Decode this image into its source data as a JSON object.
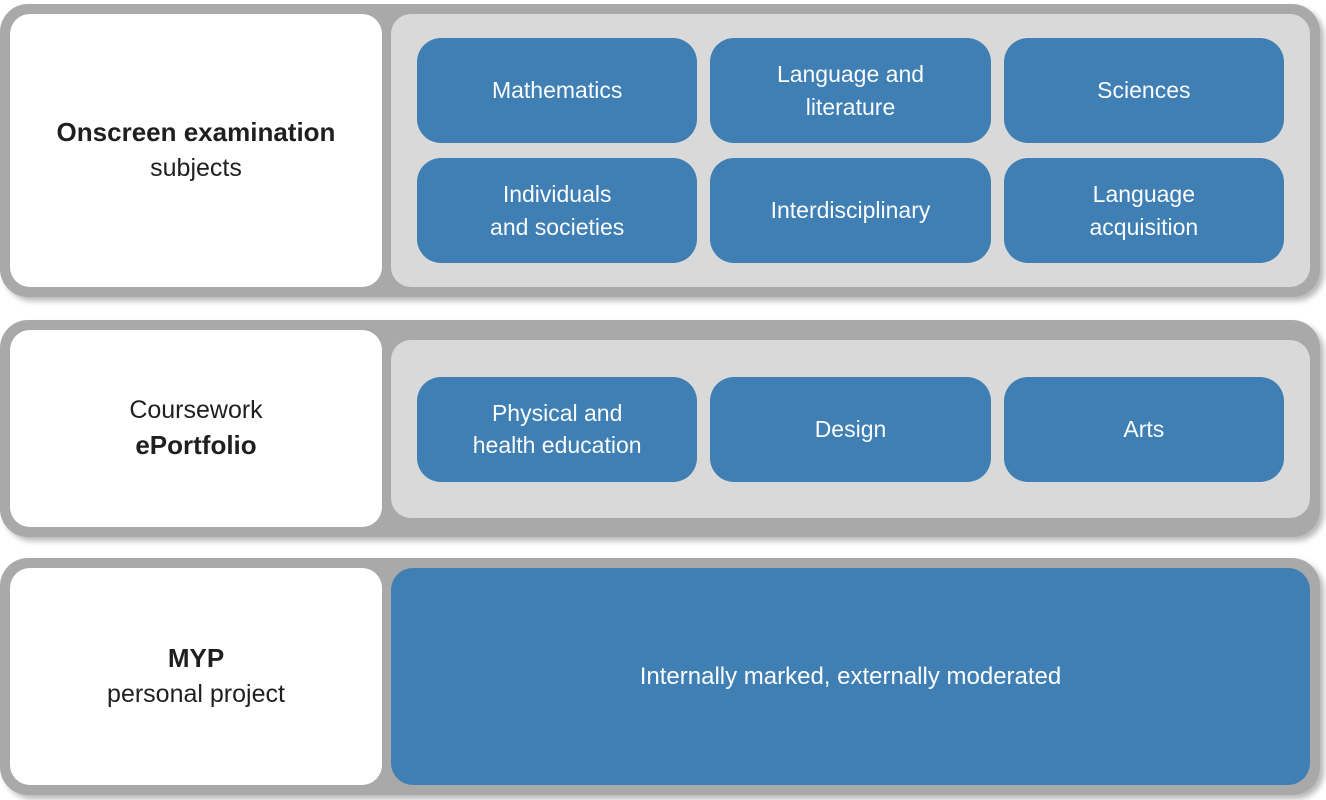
{
  "colors": {
    "blue": "#3f7fb4",
    "outer-gray": "#a9a9a9",
    "panel-gray": "#d9d9d9",
    "label-text": "#1f1f1f",
    "box-text": "#fafcfe",
    "background": "#ffffff"
  },
  "rows": [
    {
      "name": "Onscreen examination subjects",
      "label": [
        "Onscreen examination",
        "subjects"
      ],
      "boxes": [
        {
          "lines": [
            "Mathematics"
          ]
        },
        {
          "lines": [
            "Language and",
            "literature"
          ]
        },
        {
          "lines": [
            "Sciences"
          ]
        },
        {
          "lines": [
            "Individuals",
            "and societies"
          ]
        },
        {
          "lines": [
            "Interdisciplinary"
          ]
        },
        {
          "lines": [
            "Language",
            "acquisition"
          ]
        }
      ]
    },
    {
      "name": "Coursework ePortfolio",
      "label": [
        "Coursework",
        "ePortfolio"
      ],
      "boxes": [
        {
          "lines": [
            "Physical and",
            "health education"
          ]
        },
        {
          "lines": [
            "Design"
          ]
        },
        {
          "lines": [
            "Arts"
          ]
        }
      ]
    },
    {
      "name": "MYP personal project",
      "label": [
        "MYP",
        "personal project"
      ],
      "banner": "Internally marked, externally moderated"
    }
  ]
}
